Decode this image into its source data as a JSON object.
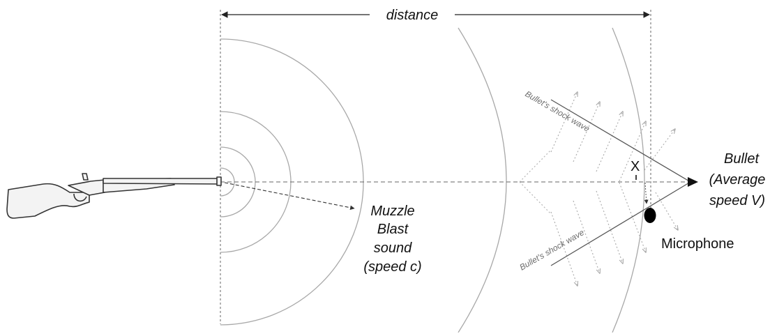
{
  "labels": {
    "distance": "distance",
    "muzzle_line1": "Muzzle",
    "muzzle_line2": "Blast",
    "muzzle_line3": "sound",
    "muzzle_line4": "(speed c)",
    "bullet_line1": "Bullet",
    "bullet_line2": "(Average",
    "bullet_line3": "speed V)",
    "shock_upper": "Bullet's shock wave",
    "shock_lower": "Bullet's shock wave",
    "microphone": "Microphone",
    "x_marker": "X"
  },
  "colors": {
    "line": "#555555",
    "arc": "#aaaaaa",
    "dotted": "#b0b0b0",
    "rifle_fill": "#f3f3f3",
    "rifle_stroke": "#333333",
    "text": "#111111",
    "microphone": "#000000"
  }
}
